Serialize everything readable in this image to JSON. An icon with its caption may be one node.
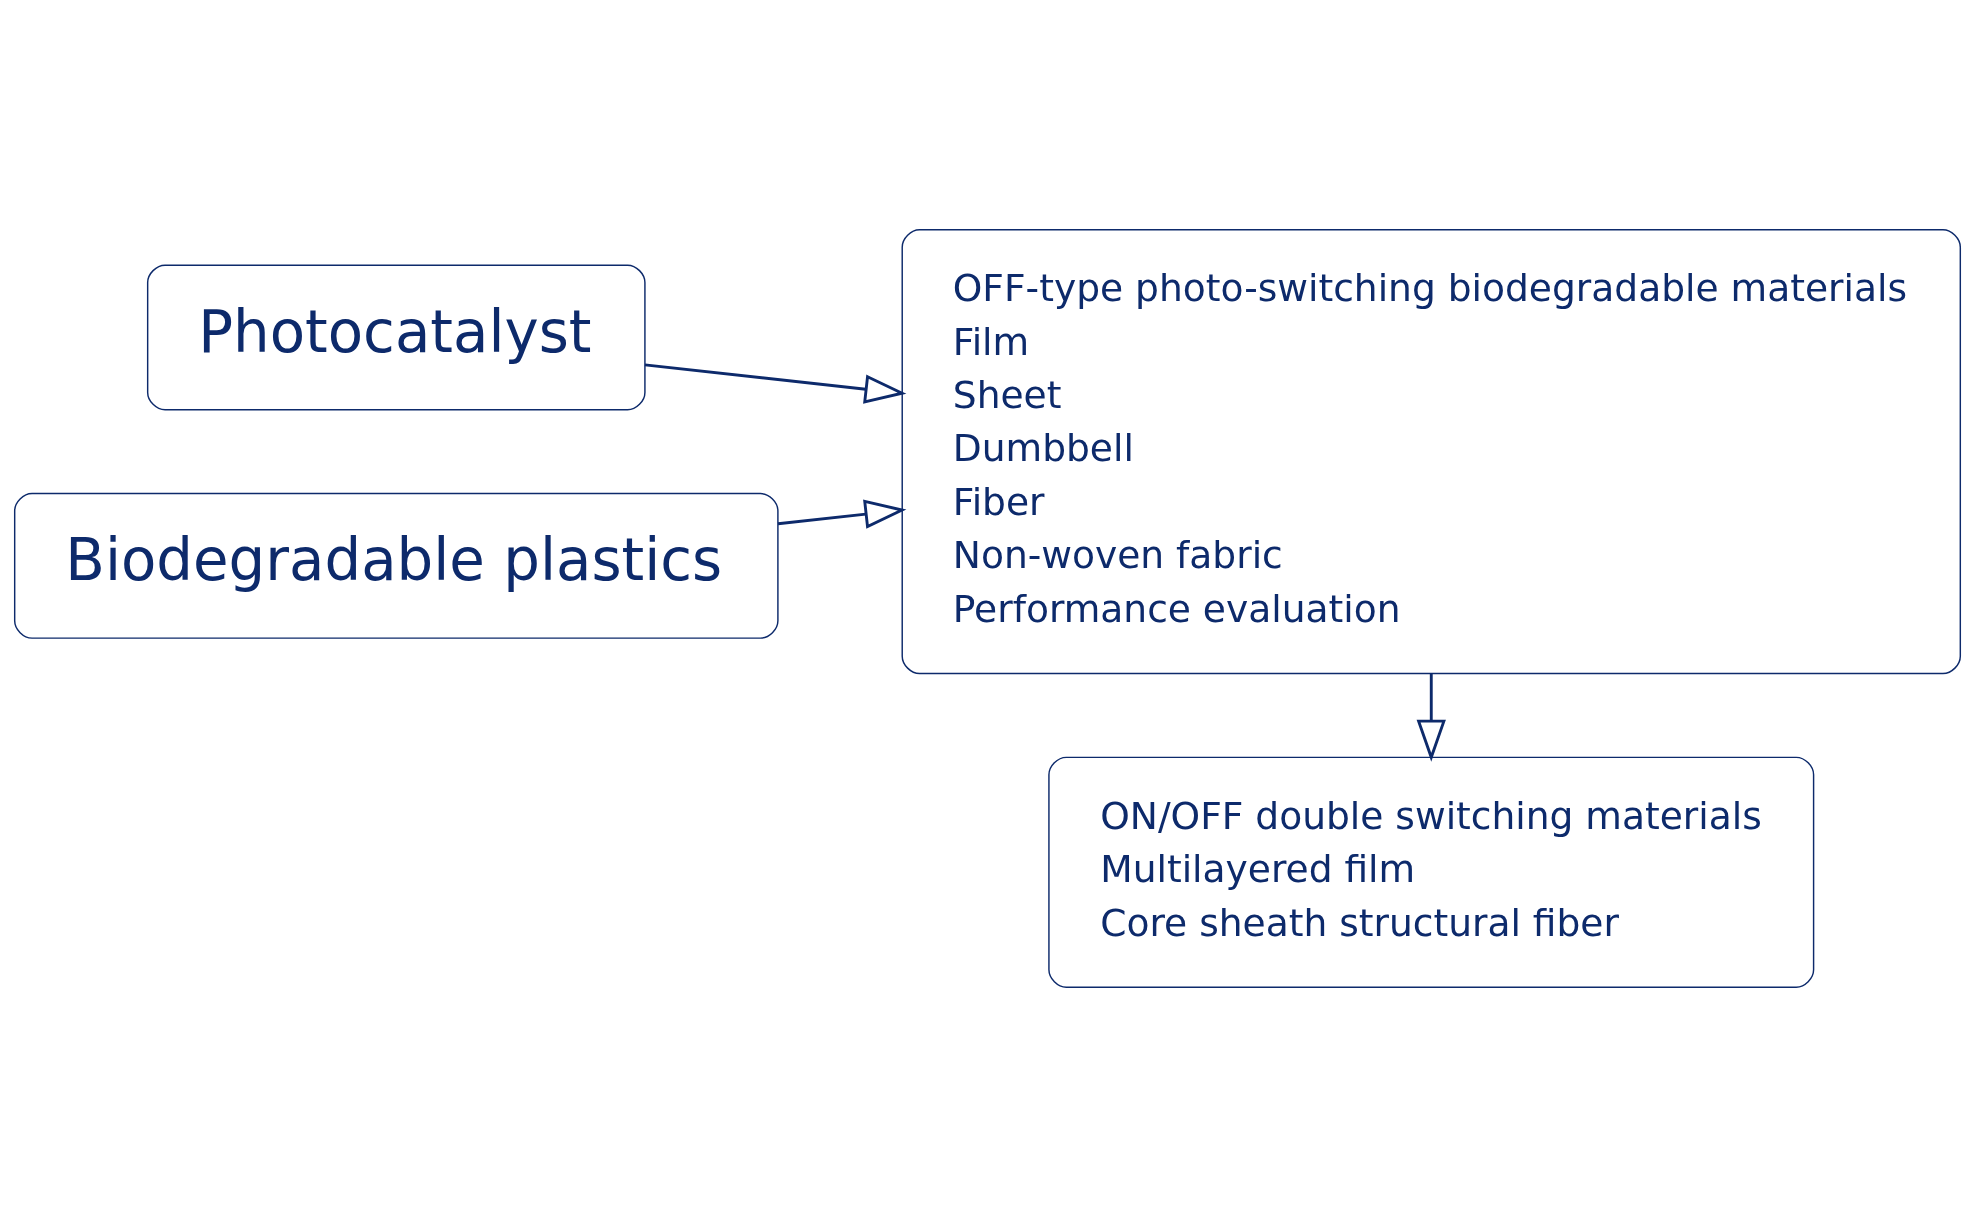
{
  "diagram": {
    "nodes": [
      {
        "text": [
          "Photocatalyst"
        ]
      },
      {
        "text": [
          "Biodegradable plastics"
        ]
      },
      {
        "text": [
          "OFF-type photo-switching biodegradable materials",
          "Film",
          "Sheet",
          "Dumbbell",
          "Fiber",
          "Non-woven fabric",
          "Performance evaluation"
        ]
      },
      {
        "text": [
          "ON/OFF double switching materials",
          "Multilayered film",
          "Core sheath structural fiber"
        ]
      }
    ],
    "edges": [
      {
        "from": 0,
        "to": 2,
        "arrow": "to"
      },
      {
        "from": 1,
        "to": 2,
        "arrow": "to"
      },
      {
        "from": 2,
        "to": 3,
        "arrow": "to"
      }
    ]
  }
}
